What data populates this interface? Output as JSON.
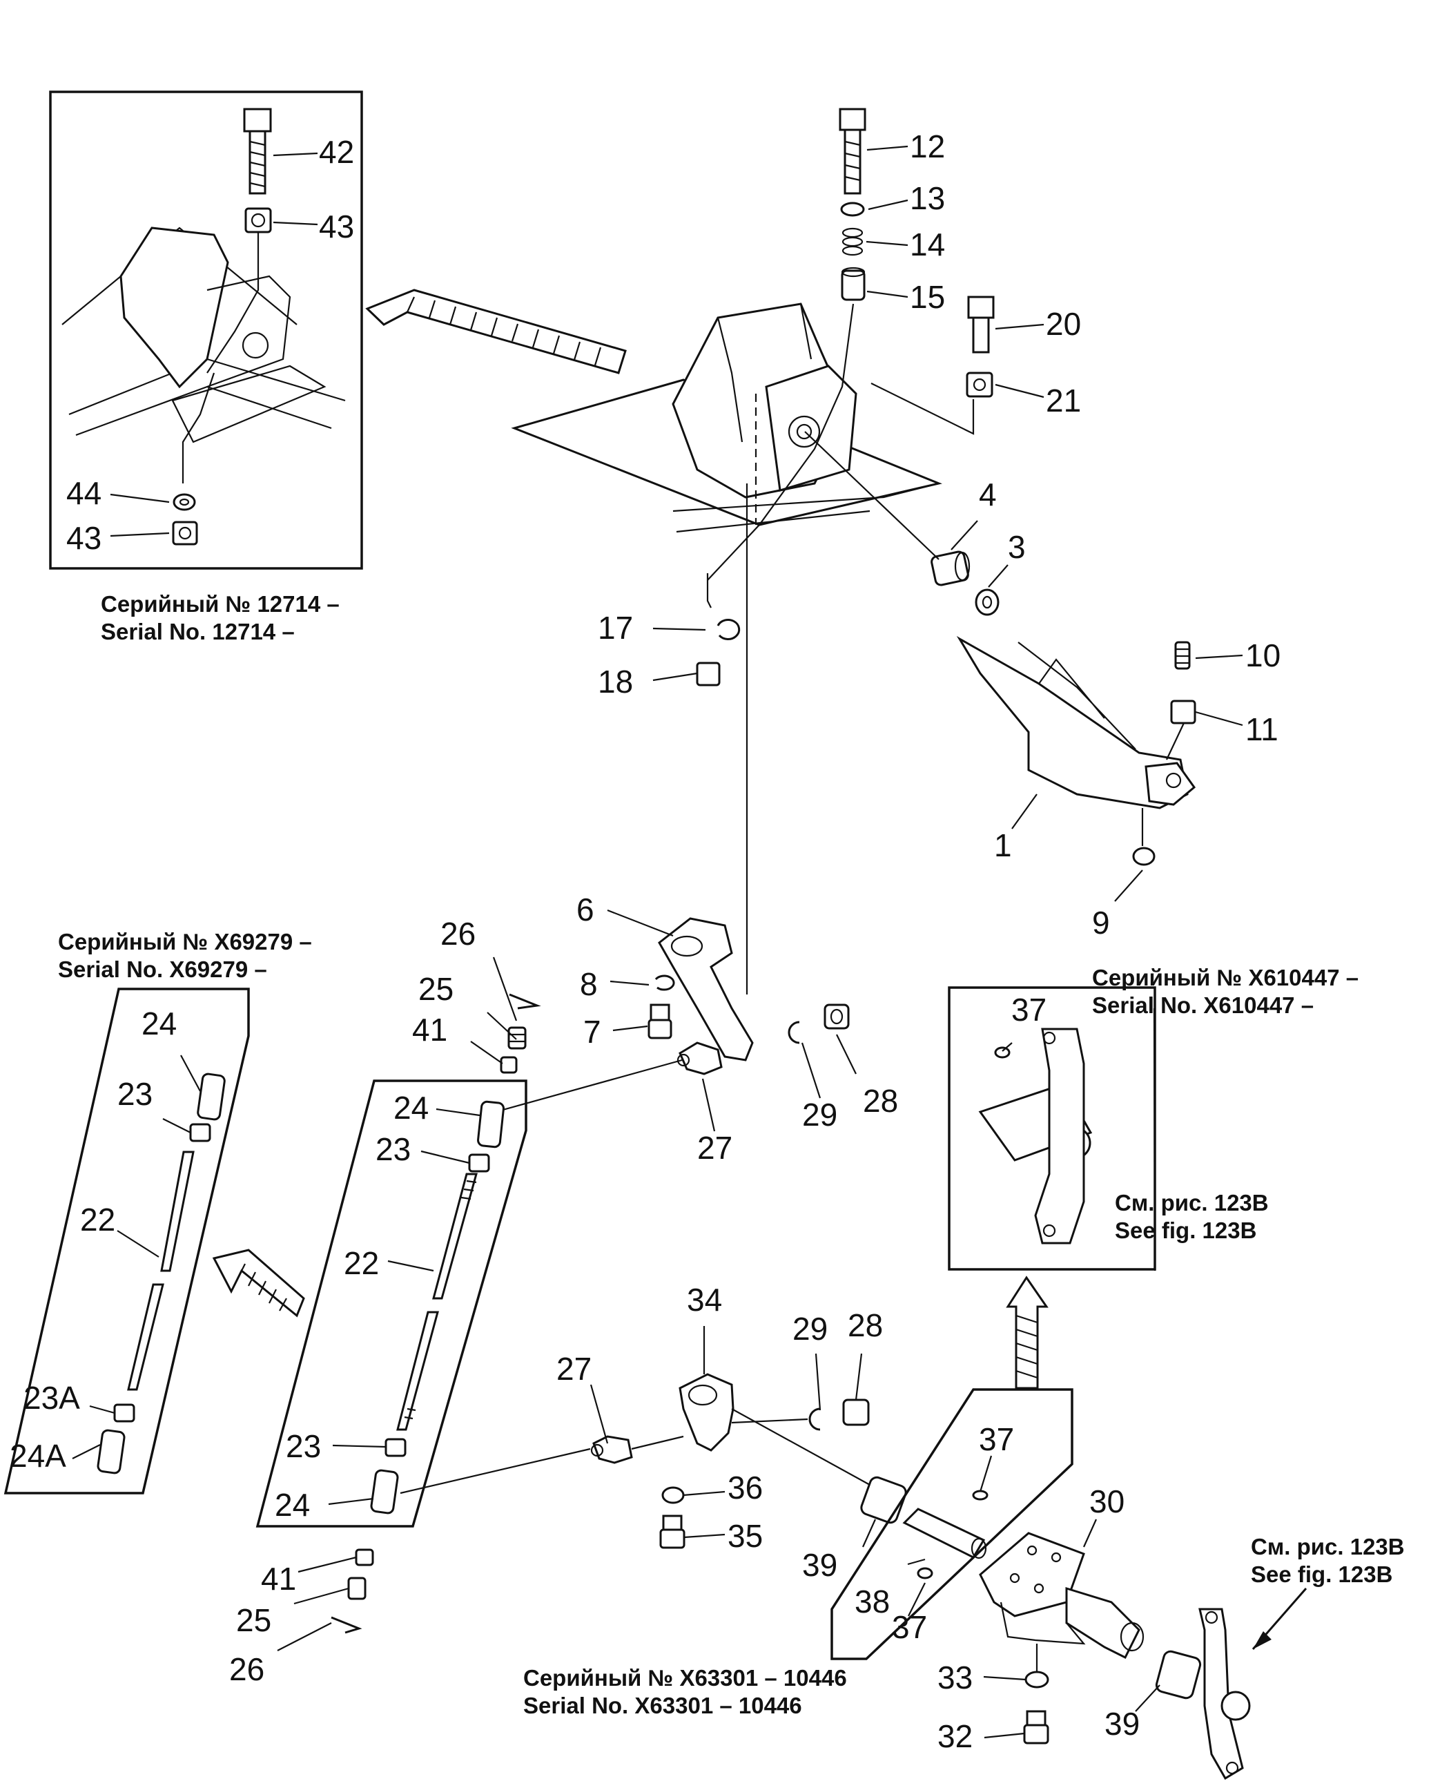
{
  "captions": {
    "top_left_ru": "Серийный № 12714 –",
    "top_left_en": "Serial No. 12714 –",
    "mid_left_ru": "Серийный № X69279 –",
    "mid_left_en": "Serial No. X69279 –",
    "right_ru": "Серийный № X610447 –",
    "right_en": "Serial No. X610447 –",
    "see_fig_1_ru": "См. рис. 123B",
    "see_fig_1_en": "See fig. 123B",
    "see_fig_2_ru": "См. рис. 123B",
    "see_fig_2_en": "See fig. 123B",
    "bottom_ru": "Серийный № X63301 – 10446",
    "bottom_en": "Serial No. X63301 – 10446"
  },
  "callouts": {
    "n42": "42",
    "n43a": "43",
    "n44": "44",
    "n43b": "43",
    "n12": "12",
    "n13": "13",
    "n14": "14",
    "n15": "15",
    "n20": "20",
    "n21": "21",
    "n4": "4",
    "n3": "3",
    "n10": "10",
    "n11": "11",
    "n1": "1",
    "n9": "9",
    "n17": "17",
    "n18": "18",
    "n6": "6",
    "n8": "8",
    "n7": "7",
    "n29a": "29",
    "n28a": "28",
    "n27a": "27",
    "n26a": "26",
    "n25a": "25",
    "n41a": "41",
    "n24a": "24",
    "n23a": "23",
    "n22a": "22",
    "n23b": "23",
    "n24b": "24",
    "n41b": "41",
    "n25b": "25",
    "n26b": "26",
    "n24c": "24",
    "n23c": "23",
    "n22b": "22",
    "n23A": "23A",
    "n24A": "24A",
    "n37a": "37",
    "n34": "34",
    "n29b": "29",
    "n28b": "28",
    "n27b": "27",
    "n36": "36",
    "n35": "35",
    "n39a": "39",
    "n37b": "37",
    "n38": "38",
    "n37c": "37",
    "n30": "30",
    "n33": "33",
    "n32": "32",
    "n39b": "39"
  }
}
